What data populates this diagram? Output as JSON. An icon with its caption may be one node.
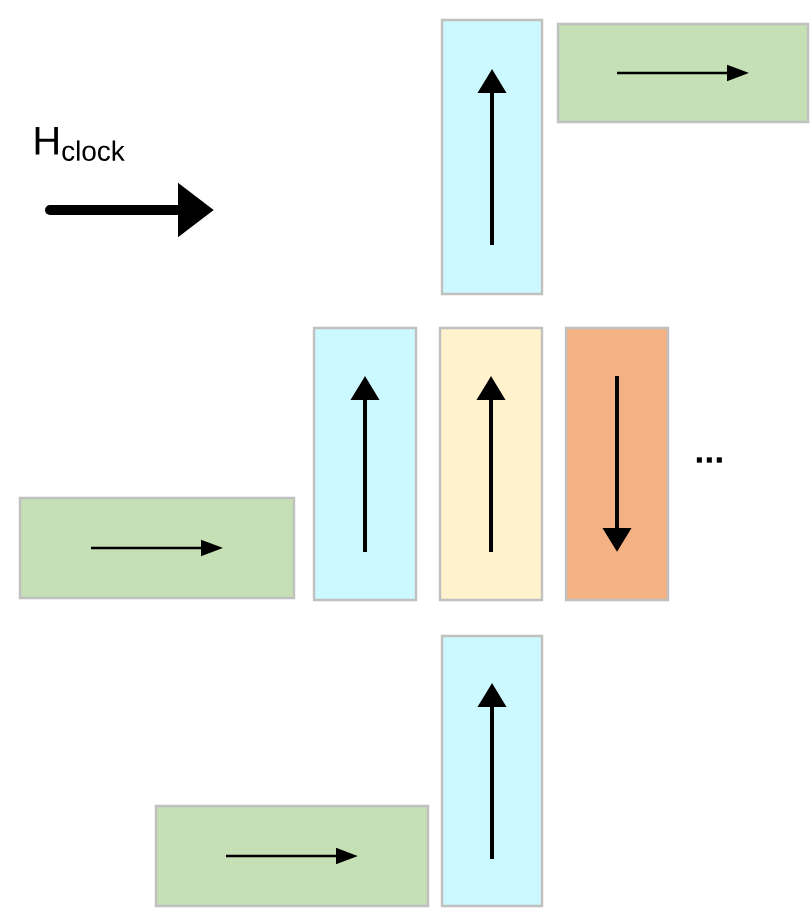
{
  "diagram": {
    "nodes": [
      {
        "text": [],
        "shape": "box"
      },
      {
        "text": [],
        "shape": "box"
      },
      {
        "text": [],
        "shape": "box"
      },
      {
        "text": [],
        "shape": "box"
      },
      {
        "text": [],
        "shape": "box"
      },
      {
        "text": [],
        "shape": "box"
      },
      {
        "text": [],
        "shape": "box"
      },
      {
        "text": [],
        "shape": "box"
      }
    ],
    "labels": [
      "H$_{clock}$",
      "..."
    ]
  }
}
